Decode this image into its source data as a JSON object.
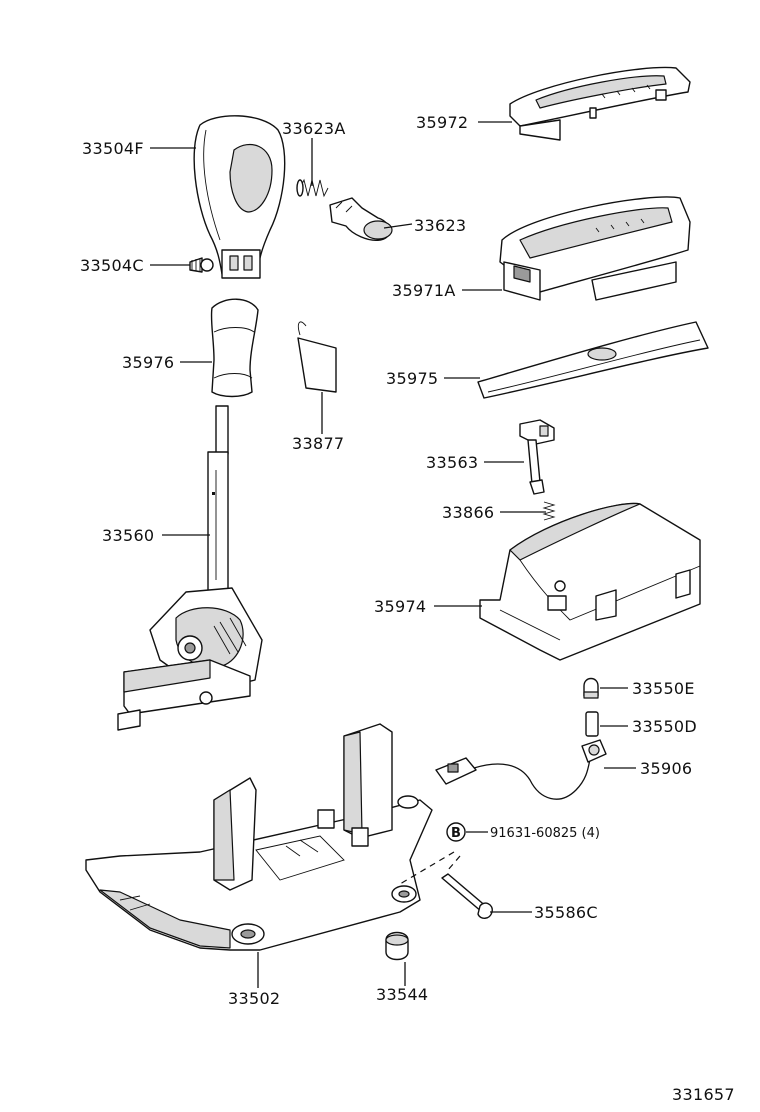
{
  "labels": {
    "p33504F": "33504F",
    "p33623A": "33623A",
    "p33623": "33623",
    "p33504C": "33504C",
    "p35976": "35976",
    "p33877": "33877",
    "p33560": "33560",
    "p35972": "35972",
    "p35971A": "35971A",
    "p35975": "35975",
    "p33563": "33563",
    "p33866": "33866",
    "p35974": "35974",
    "p33550E": "33550E",
    "p33550D": "33550D",
    "p35906": "35906",
    "p91631": "91631-60825 (4)",
    "p35586C": "35586C",
    "p33502": "33502",
    "p33544": "33544"
  },
  "bolt_marker": "B",
  "figure_number": "331657"
}
